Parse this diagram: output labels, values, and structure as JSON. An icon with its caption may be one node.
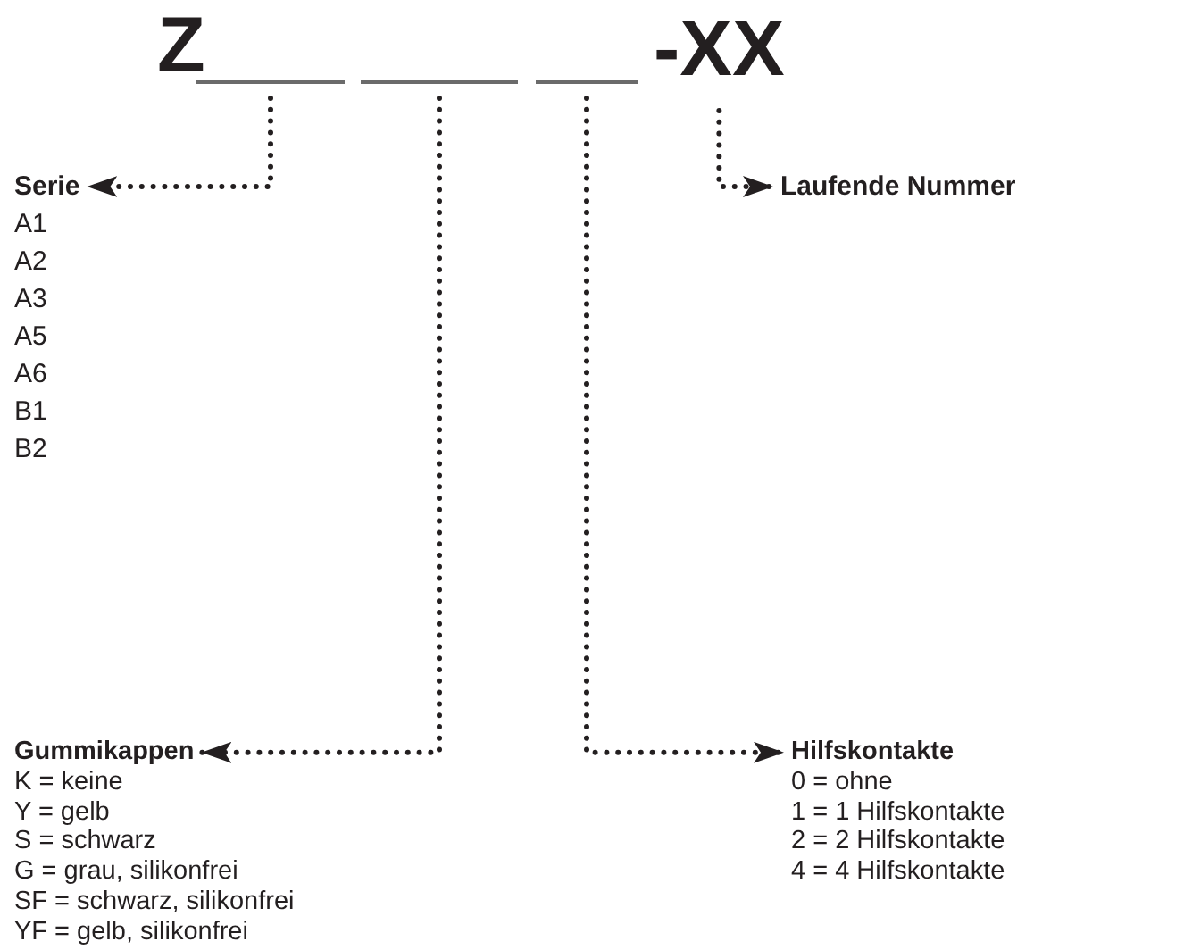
{
  "diagram": {
    "nodes": [
      {
        "text": [],
        "shape": "bar"
      },
      {
        "text": [],
        "shape": "bar"
      },
      {
        "text": [],
        "shape": "bar"
      },
      {
        "text": [
          "-XX"
        ]
      },
      {
        "text": [
          "Serie",
          "A1",
          "A2",
          "A3",
          "A5",
          "A6",
          "B1",
          "B2"
        ]
      },
      {
        "text": [
          "Laufende Nummer"
        ]
      },
      {
        "text": [
          "Gummikappen",
          "K = keine",
          "Y = gelb",
          "S = schwarz",
          "G = grau, silikonfrei",
          "SF = schwarz, silikonfrei",
          "YF = gelb, silikonfrei"
        ]
      },
      {
        "text": [
          "Hilfskontakte",
          "0 = ohne",
          "1 = 1 Hilfskontakte",
          "2 = 2 Hilfskontakte",
          "4 = 4 Hilfskontakte"
        ]
      }
    ],
    "edges": [
      {
        "from": 0,
        "to": 4,
        "arrow": "to",
        "style": "dashed"
      },
      {
        "from": 1,
        "to": 6,
        "arrow": "to",
        "style": "dashed"
      },
      {
        "from": 2,
        "to": 7,
        "arrow": "to",
        "style": "dashed"
      },
      {
        "from": 3,
        "to": 5,
        "arrow": "to",
        "style": "dashed"
      }
    ],
    "labels": [
      "Z"
    ]
  }
}
